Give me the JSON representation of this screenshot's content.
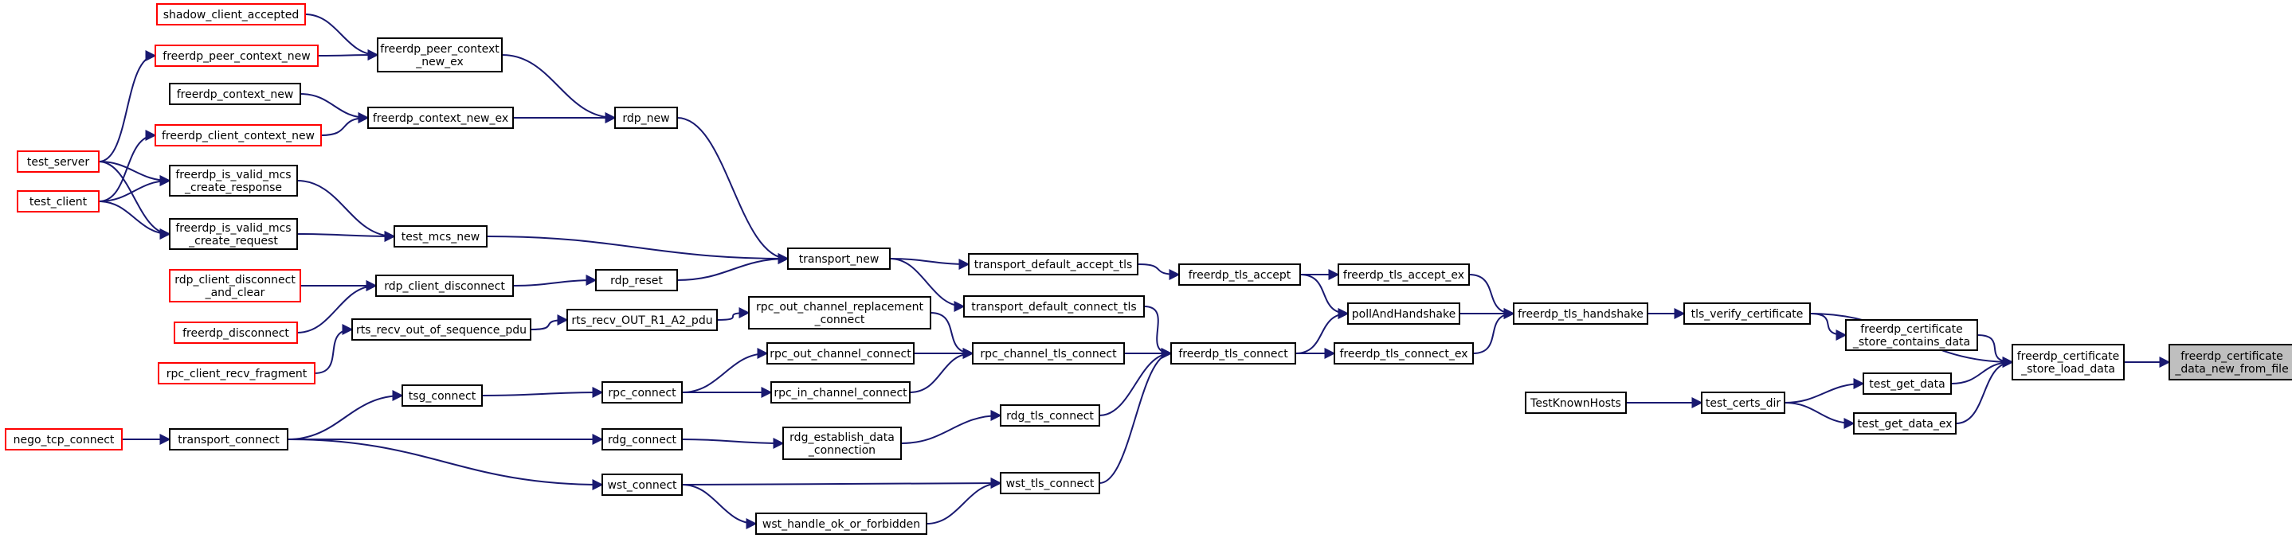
{
  "diagram": {
    "title": "",
    "nodes": [
      {
        "id": "root",
        "label": [
          "freerdp_certificate",
          "_data_new_from_file"
        ],
        "style": "root"
      },
      {
        "id": "store_load",
        "label": [
          "freerdp_certificate",
          "_store_load_data"
        ],
        "style": "black"
      },
      {
        "id": "store_contains",
        "label": [
          "freerdp_certificate",
          "_store_contains_data"
        ],
        "style": "black"
      },
      {
        "id": "test_get_data",
        "label": [
          "test_get_data"
        ],
        "style": "black"
      },
      {
        "id": "test_get_data_ex",
        "label": [
          "test_get_data_ex"
        ],
        "style": "black"
      },
      {
        "id": "test_certs_dir",
        "label": [
          "test_certs_dir"
        ],
        "style": "black"
      },
      {
        "id": "TestKnownHosts",
        "label": [
          "TestKnownHosts"
        ],
        "style": "black"
      },
      {
        "id": "tls_verify",
        "label": [
          "tls_verify_certificate"
        ],
        "style": "black"
      },
      {
        "id": "tls_handshake",
        "label": [
          "freerdp_tls_handshake"
        ],
        "style": "black"
      },
      {
        "id": "tls_accept_ex",
        "label": [
          "freerdp_tls_accept_ex"
        ],
        "style": "black"
      },
      {
        "id": "pollAndHandshake",
        "label": [
          "pollAndHandshake"
        ],
        "style": "black"
      },
      {
        "id": "tls_connect_ex",
        "label": [
          "freerdp_tls_connect_ex"
        ],
        "style": "black"
      },
      {
        "id": "tls_accept",
        "label": [
          "freerdp_tls_accept"
        ],
        "style": "black"
      },
      {
        "id": "tls_connect",
        "label": [
          "freerdp_tls_connect"
        ],
        "style": "black"
      },
      {
        "id": "transport_default_accept_tls",
        "label": [
          "transport_default_accept_tls"
        ],
        "style": "black"
      },
      {
        "id": "transport_default_connect_tls",
        "label": [
          "transport_default_connect_tls"
        ],
        "style": "black"
      },
      {
        "id": "rpc_channel_tls_connect",
        "label": [
          "rpc_channel_tls_connect"
        ],
        "style": "black"
      },
      {
        "id": "rdg_tls_connect",
        "label": [
          "rdg_tls_connect"
        ],
        "style": "black"
      },
      {
        "id": "wst_tls_connect",
        "label": [
          "wst_tls_connect"
        ],
        "style": "black"
      },
      {
        "id": "transport_new",
        "label": [
          "transport_new"
        ],
        "style": "black"
      },
      {
        "id": "rpc_out_channel_replacement_connect",
        "label": [
          "rpc_out_channel_replacement",
          "_connect"
        ],
        "style": "black"
      },
      {
        "id": "rpc_out_channel_connect",
        "label": [
          "rpc_out_channel_connect"
        ],
        "style": "black"
      },
      {
        "id": "rpc_in_channel_connect",
        "label": [
          "rpc_in_channel_connect"
        ],
        "style": "black"
      },
      {
        "id": "rdg_establish_data_connection",
        "label": [
          "rdg_establish_data",
          "_connection"
        ],
        "style": "black"
      },
      {
        "id": "wst_connect",
        "label": [
          "wst_connect"
        ],
        "style": "black"
      },
      {
        "id": "wst_handle_ok_or_forbidden",
        "label": [
          "wst_handle_ok_or_forbidden"
        ],
        "style": "black"
      },
      {
        "id": "rdp_new",
        "label": [
          "rdp_new"
        ],
        "style": "black"
      },
      {
        "id": "test_mcs_new",
        "label": [
          "test_mcs_new"
        ],
        "style": "black"
      },
      {
        "id": "rdp_reset",
        "label": [
          "rdp_reset"
        ],
        "style": "black"
      },
      {
        "id": "rts_recv_OUT_R1_A2_pdu",
        "label": [
          "rts_recv_OUT_R1_A2_pdu"
        ],
        "style": "black"
      },
      {
        "id": "rpc_connect",
        "label": [
          "rpc_connect"
        ],
        "style": "black"
      },
      {
        "id": "rdg_connect",
        "label": [
          "rdg_connect"
        ],
        "style": "black"
      },
      {
        "id": "freerdp_peer_context_new_ex",
        "label": [
          "freerdp_peer_context",
          "_new_ex"
        ],
        "style": "black"
      },
      {
        "id": "freerdp_context_new_ex",
        "label": [
          "freerdp_context_new_ex"
        ],
        "style": "black"
      },
      {
        "id": "freerdp_is_valid_mcs_create_response",
        "label": [
          "freerdp_is_valid_mcs",
          "_create_response"
        ],
        "style": "black"
      },
      {
        "id": "freerdp_is_valid_mcs_create_request",
        "label": [
          "freerdp_is_valid_mcs",
          "_create_request"
        ],
        "style": "black"
      },
      {
        "id": "rdp_client_disconnect",
        "label": [
          "rdp_client_disconnect"
        ],
        "style": "black"
      },
      {
        "id": "rts_recv_out_of_sequence_pdu",
        "label": [
          "rts_recv_out_of_sequence_pdu"
        ],
        "style": "black"
      },
      {
        "id": "tsg_connect",
        "label": [
          "tsg_connect"
        ],
        "style": "black"
      },
      {
        "id": "transport_connect",
        "label": [
          "transport_connect"
        ],
        "style": "black"
      },
      {
        "id": "shadow_client_accepted",
        "label": [
          "shadow_client_accepted"
        ],
        "style": "red"
      },
      {
        "id": "freerdp_peer_context_new",
        "label": [
          "freerdp_peer_context_new"
        ],
        "style": "red"
      },
      {
        "id": "freerdp_context_new",
        "label": [
          "freerdp_context_new"
        ],
        "style": "black"
      },
      {
        "id": "freerdp_client_context_new",
        "label": [
          "freerdp_client_context_new"
        ],
        "style": "red"
      },
      {
        "id": "rdp_client_disconnect_and_clear",
        "label": [
          "rdp_client_disconnect",
          "_and_clear"
        ],
        "style": "red"
      },
      {
        "id": "freerdp_disconnect",
        "label": [
          "freerdp_disconnect"
        ],
        "style": "red"
      },
      {
        "id": "rpc_client_recv_fragment",
        "label": [
          "rpc_client_recv_fragment"
        ],
        "style": "red"
      },
      {
        "id": "nego_tcp_connect",
        "label": [
          "nego_tcp_connect"
        ],
        "style": "red"
      },
      {
        "id": "test_server",
        "label": [
          "test_server"
        ],
        "style": "red"
      },
      {
        "id": "test_client",
        "label": [
          "test_client"
        ],
        "style": "red"
      }
    ],
    "edges": [
      [
        "store_load",
        "root"
      ],
      [
        "store_contains",
        "store_load"
      ],
      [
        "test_get_data",
        "store_load"
      ],
      [
        "test_get_data_ex",
        "store_load"
      ],
      [
        "tls_verify",
        "store_load"
      ],
      [
        "tls_verify",
        "store_contains"
      ],
      [
        "test_certs_dir",
        "test_get_data"
      ],
      [
        "test_certs_dir",
        "test_get_data_ex"
      ],
      [
        "TestKnownHosts",
        "test_certs_dir"
      ],
      [
        "tls_handshake",
        "tls_verify"
      ],
      [
        "tls_accept_ex",
        "tls_handshake"
      ],
      [
        "pollAndHandshake",
        "tls_handshake"
      ],
      [
        "tls_connect_ex",
        "tls_handshake"
      ],
      [
        "tls_accept",
        "tls_accept_ex"
      ],
      [
        "tls_accept",
        "pollAndHandshake"
      ],
      [
        "tls_connect",
        "pollAndHandshake"
      ],
      [
        "tls_connect",
        "tls_connect_ex"
      ],
      [
        "transport_default_accept_tls",
        "tls_accept"
      ],
      [
        "transport_default_connect_tls",
        "tls_connect"
      ],
      [
        "rpc_channel_tls_connect",
        "tls_connect"
      ],
      [
        "rdg_tls_connect",
        "tls_connect"
      ],
      [
        "wst_tls_connect",
        "tls_connect"
      ],
      [
        "transport_new",
        "transport_default_accept_tls"
      ],
      [
        "transport_new",
        "transport_default_connect_tls"
      ],
      [
        "rpc_out_channel_replacement_connect",
        "rpc_channel_tls_connect"
      ],
      [
        "rpc_out_channel_connect",
        "rpc_channel_tls_connect"
      ],
      [
        "rpc_in_channel_connect",
        "rpc_channel_tls_connect"
      ],
      [
        "rdg_establish_data_connection",
        "rdg_tls_connect"
      ],
      [
        "wst_connect",
        "wst_tls_connect"
      ],
      [
        "wst_handle_ok_or_forbidden",
        "wst_tls_connect"
      ],
      [
        "rdp_new",
        "transport_new"
      ],
      [
        "test_mcs_new",
        "transport_new"
      ],
      [
        "rdp_reset",
        "transport_new"
      ],
      [
        "rts_recv_OUT_R1_A2_pdu",
        "rpc_out_channel_replacement_connect"
      ],
      [
        "rpc_connect",
        "rpc_out_channel_connect"
      ],
      [
        "rpc_connect",
        "rpc_in_channel_connect"
      ],
      [
        "rdg_connect",
        "rdg_establish_data_connection"
      ],
      [
        "wst_connect",
        "wst_handle_ok_or_forbidden"
      ],
      [
        "freerdp_peer_context_new_ex",
        "rdp_new"
      ],
      [
        "freerdp_context_new_ex",
        "rdp_new"
      ],
      [
        "freerdp_is_valid_mcs_create_response",
        "test_mcs_new"
      ],
      [
        "freerdp_is_valid_mcs_create_request",
        "test_mcs_new"
      ],
      [
        "rdp_client_disconnect",
        "rdp_reset"
      ],
      [
        "rts_recv_out_of_sequence_pdu",
        "rts_recv_OUT_R1_A2_pdu"
      ],
      [
        "tsg_connect",
        "rpc_connect"
      ],
      [
        "transport_connect",
        "tsg_connect"
      ],
      [
        "transport_connect",
        "rdg_connect"
      ],
      [
        "transport_connect",
        "wst_connect"
      ],
      [
        "shadow_client_accepted",
        "freerdp_peer_context_new_ex"
      ],
      [
        "freerdp_peer_context_new",
        "freerdp_peer_context_new_ex"
      ],
      [
        "freerdp_context_new",
        "freerdp_context_new_ex"
      ],
      [
        "freerdp_client_context_new",
        "freerdp_context_new_ex"
      ],
      [
        "rdp_client_disconnect_and_clear",
        "rdp_client_disconnect"
      ],
      [
        "freerdp_disconnect",
        "rdp_client_disconnect"
      ],
      [
        "rpc_client_recv_fragment",
        "rts_recv_out_of_sequence_pdu"
      ],
      [
        "nego_tcp_connect",
        "transport_connect"
      ],
      [
        "test_server",
        "freerdp_peer_context_new"
      ],
      [
        "test_server",
        "freerdp_is_valid_mcs_create_response"
      ],
      [
        "test_server",
        "freerdp_is_valid_mcs_create_request"
      ],
      [
        "test_client",
        "freerdp_client_context_new"
      ],
      [
        "test_client",
        "freerdp_is_valid_mcs_create_response"
      ],
      [
        "test_client",
        "freerdp_is_valid_mcs_create_request"
      ]
    ]
  }
}
